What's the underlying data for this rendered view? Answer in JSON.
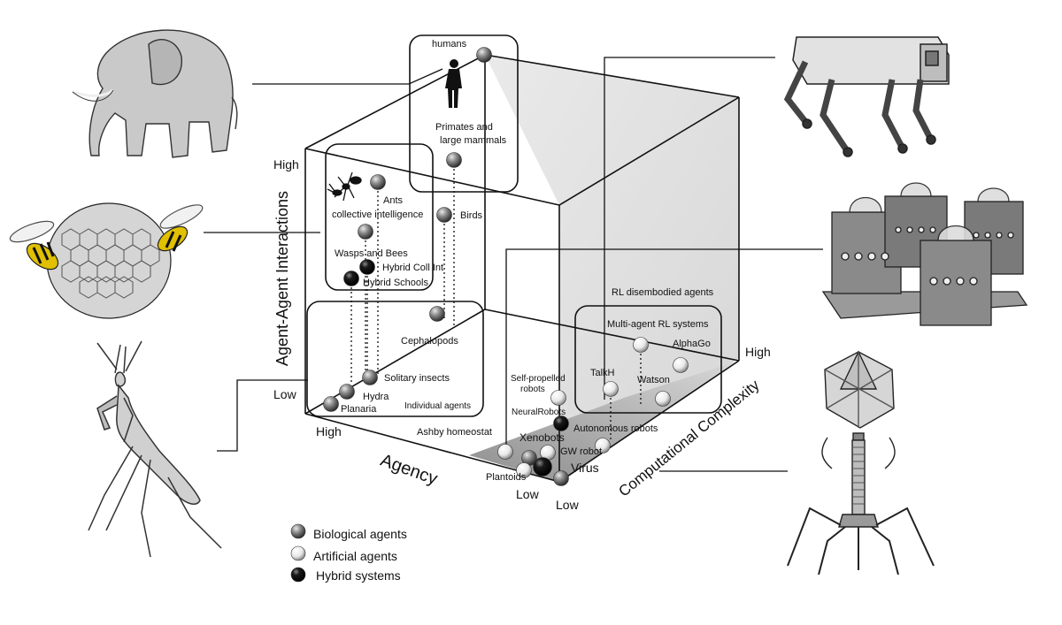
{
  "axes": {
    "vertical": {
      "title": "Agent-Agent Interactions",
      "high": "High",
      "low": "Low"
    },
    "agency": {
      "title": "Agency",
      "high": "High",
      "low": "Low"
    },
    "complexity": {
      "title": "Computational Complexity",
      "high": "High",
      "low": "Low"
    }
  },
  "groups": {
    "humans": "humans",
    "primates": [
      "Primates and",
      "large mammals"
    ],
    "ants": "Ants",
    "collective": "collective intelligence",
    "birds": "Birds",
    "wasps": "Wasps and Bees",
    "hybrid_coll": "Hybrid Coll Int",
    "hybrid_schools": "Hybrid Schools",
    "cephalopods": "Cephalopods",
    "solitary": "Solitary insects",
    "hydra": "Hydra",
    "planaria": "Planaria",
    "individual": "Individual agents",
    "ashby": "Ashby homeostat",
    "rl_disembodied": "RL disembodied agents",
    "multi_rl": "Multi-agent RL systems",
    "alphago": "AlphaGo",
    "talkh": "TalkH",
    "watson": "Watson",
    "self_propelled": [
      "Self-propelled",
      "robots"
    ],
    "neuralrobots": "NeuralRobots",
    "autonomous": "Autonomous robots",
    "xenobots": "Xenobots",
    "gw_robot": "GW robot",
    "plantoids": "Plantoids",
    "virus": "Virus"
  },
  "legend": {
    "biological": "Biological agents",
    "artificial": "Artificial agents",
    "hybrid": "Hybrid systems"
  },
  "illustrations": {
    "elephant": "elephant-illustration",
    "wasp": "wasp-nest-illustration",
    "mantis": "praying-mantis-illustration",
    "robot_dog": "quadruped-robot-illustration",
    "computers": "computer-servers-illustration",
    "virus": "bacteriophage-illustration"
  },
  "colors": {
    "biological": "#777777",
    "artificial": "#eeeeee",
    "hybrid": "#111111",
    "floor": "#9a9a9a",
    "wall": "#dddddd"
  }
}
